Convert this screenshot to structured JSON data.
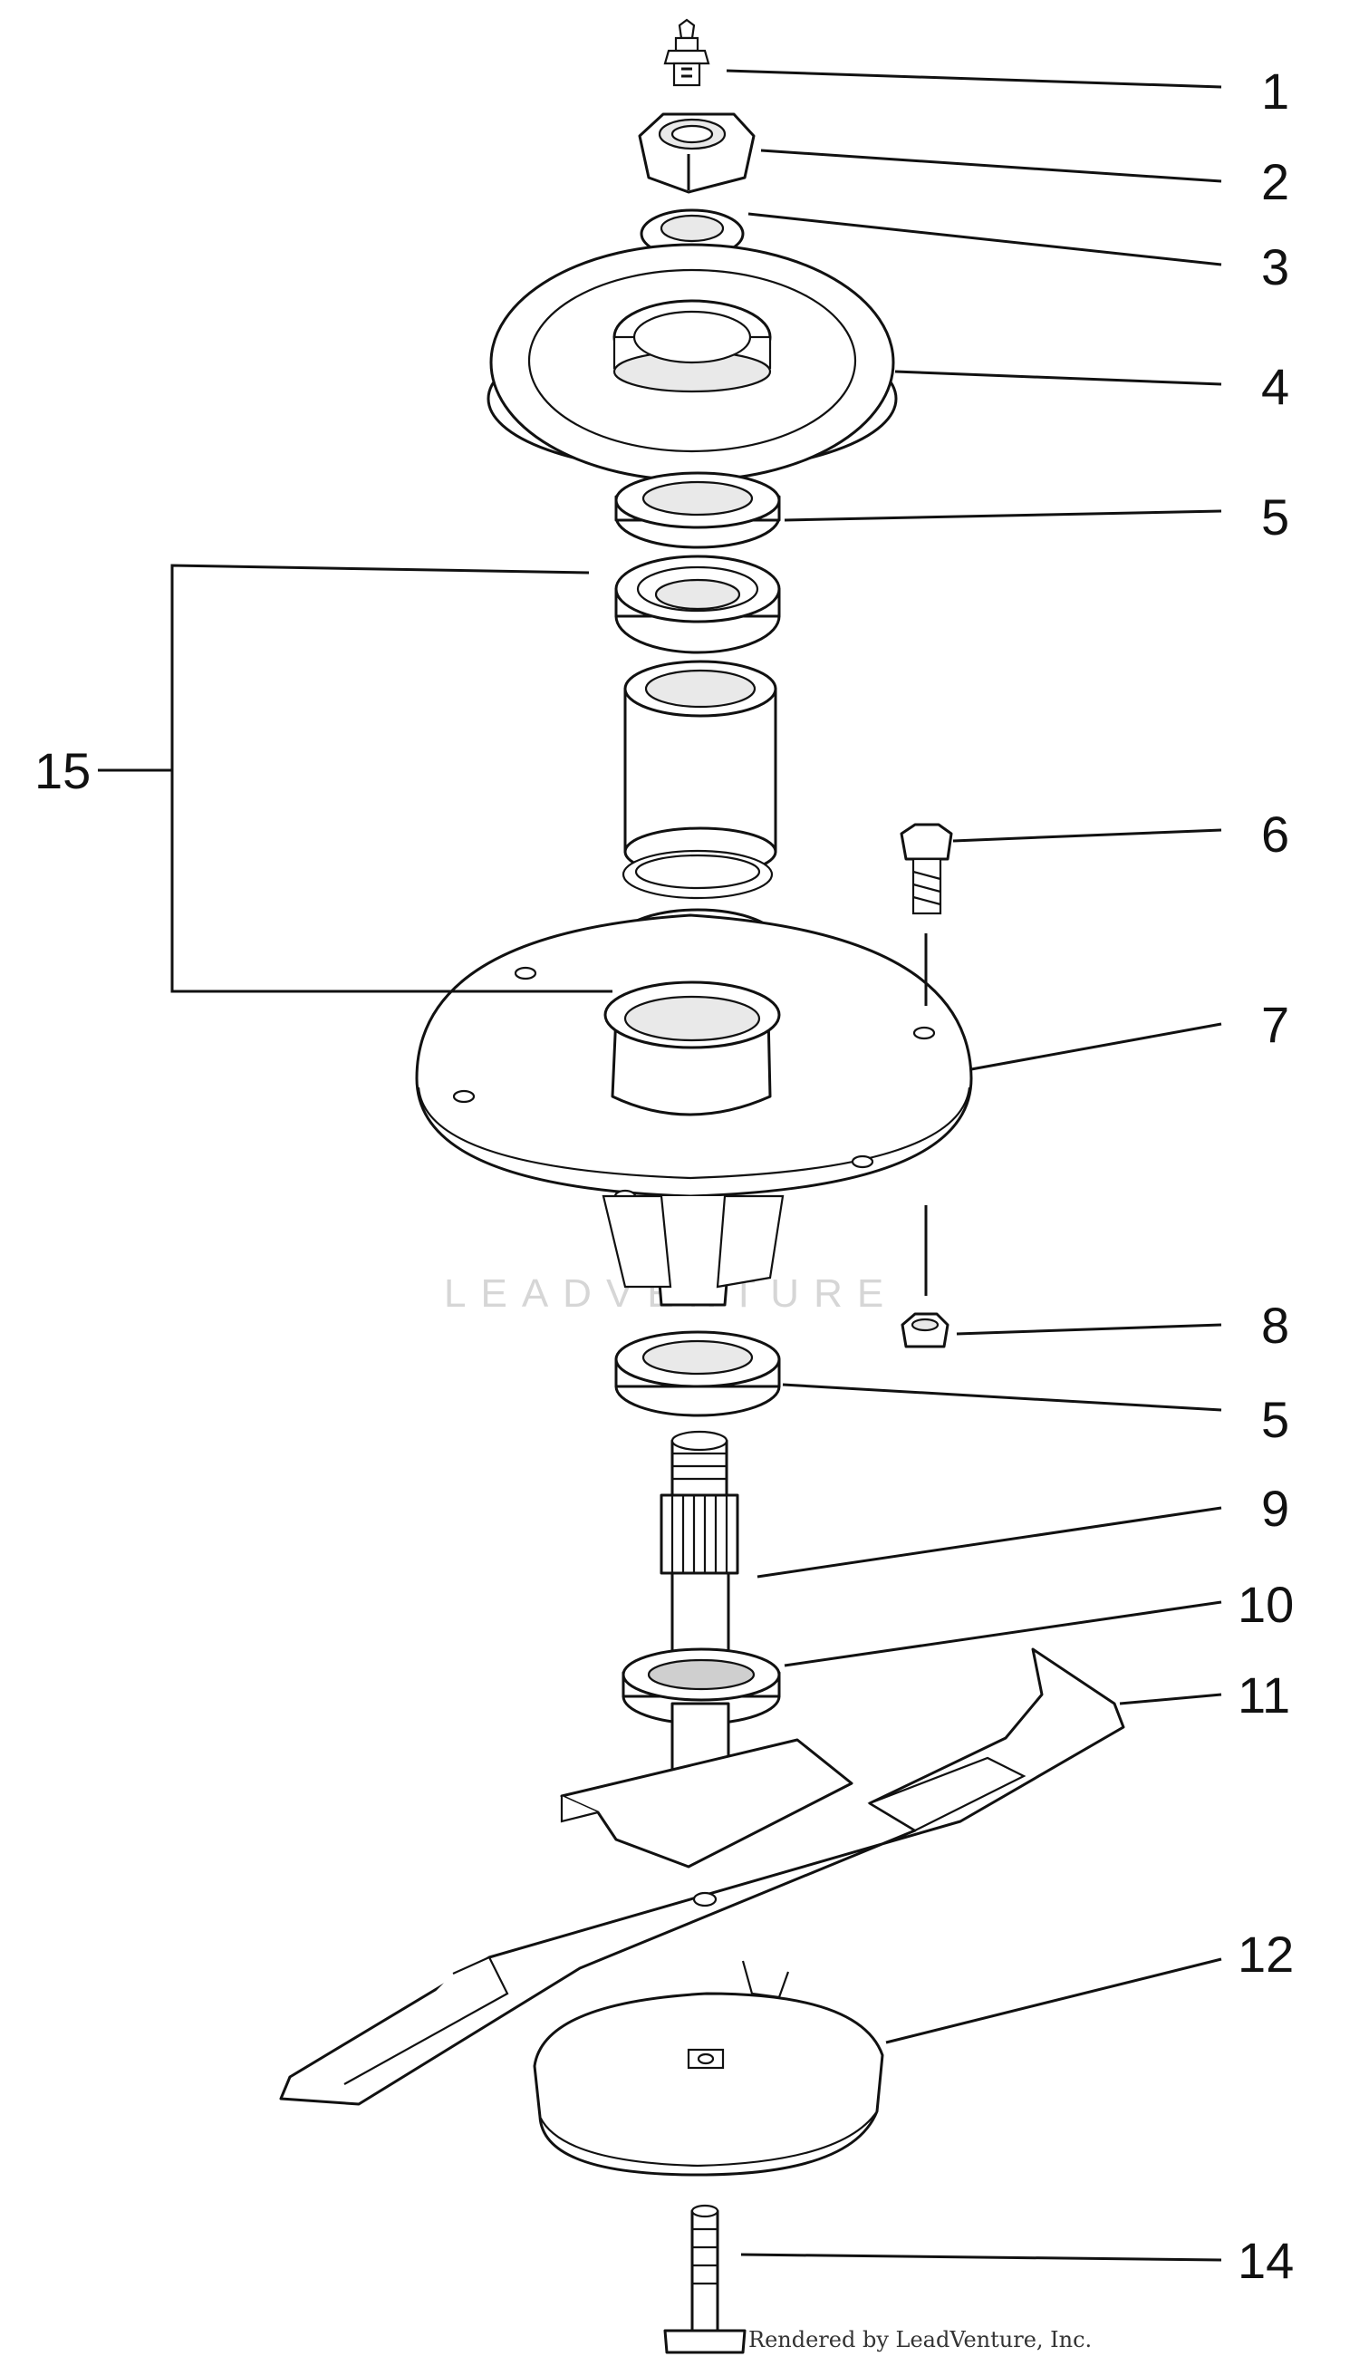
{
  "diagram": {
    "callouts": [
      {
        "id": "c1",
        "label": "1"
      },
      {
        "id": "c2",
        "label": "2"
      },
      {
        "id": "c3",
        "label": "3"
      },
      {
        "id": "c4",
        "label": "4"
      },
      {
        "id": "c5a",
        "label": "5"
      },
      {
        "id": "c6",
        "label": "6"
      },
      {
        "id": "c7",
        "label": "7"
      },
      {
        "id": "c8",
        "label": "8"
      },
      {
        "id": "c5b",
        "label": "5"
      },
      {
        "id": "c9",
        "label": "9"
      },
      {
        "id": "c10",
        "label": "10"
      },
      {
        "id": "c11",
        "label": "11"
      },
      {
        "id": "c12",
        "label": "12"
      },
      {
        "id": "c14",
        "label": "14"
      },
      {
        "id": "c15",
        "label": "15"
      }
    ],
    "watermark": "LEADVENTURE",
    "credit": "Rendered by LeadVenture, Inc."
  }
}
